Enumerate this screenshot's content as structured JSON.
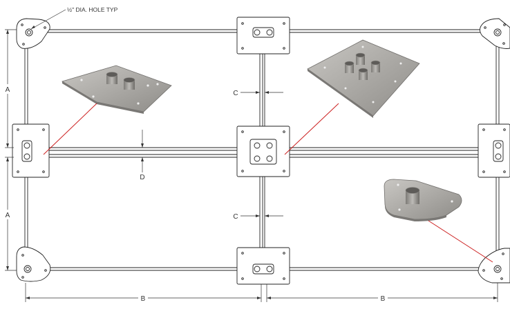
{
  "annotations": {
    "hole_note": "½\" DIA. HOLE TYP"
  },
  "dimensions": {
    "a_upper": "A",
    "a_lower": "A",
    "b_left": "B",
    "b_right": "B",
    "c_upper": "C",
    "c_lower": "C",
    "d": "D"
  },
  "colors": {
    "line": "#222222",
    "leader": "#cc1f1f",
    "plate_fill": "#ffffff",
    "render_metal": "#9a9895",
    "render_edge": "#6f6d6a"
  }
}
